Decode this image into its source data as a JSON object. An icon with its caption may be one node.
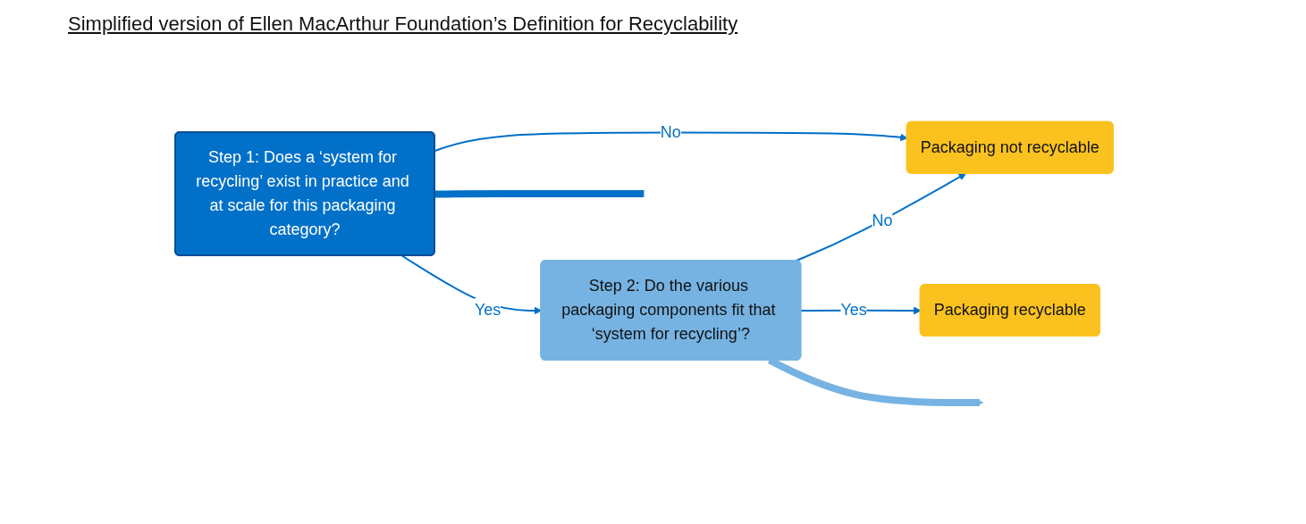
{
  "diagram": {
    "title": "Simplified version of Ellen MacArthur Foundation’s Definition for Recyclability",
    "nodes": [
      {
        "text": [
          "Step 1: Does a ‘system for recycling’ exist in practice and at scale for this packaging category?"
        ]
      },
      {
        "text": [
          "Step 2: Do the various packaging components fit that ‘system for recycling’?"
        ]
      },
      {
        "text": [
          "Packaging not recyclable"
        ]
      },
      {
        "text": [
          "Packaging recyclable"
        ]
      }
    ],
    "edges": [
      {
        "from": 0,
        "to": 2,
        "arrow": "to",
        "label": "No"
      },
      {
        "from": 0,
        "to": 1,
        "arrow": "to",
        "label": "Yes"
      },
      {
        "from": 1,
        "to": 2,
        "arrow": "to",
        "label": "No"
      },
      {
        "from": 1,
        "to": 3,
        "arrow": "to",
        "label": "Yes"
      },
      {
        "from": 0,
        "to": null,
        "arrow": "none",
        "style": "thick",
        "color": "#0070c8"
      },
      {
        "from": 1,
        "to": null,
        "arrow": "to",
        "style": "thick",
        "color": "#76b3e2"
      }
    ]
  }
}
